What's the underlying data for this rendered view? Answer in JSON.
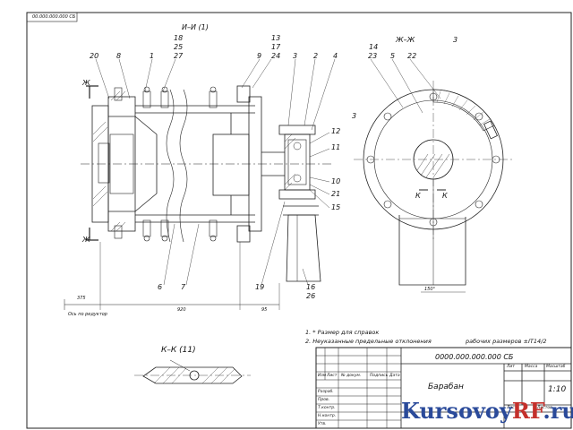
{
  "doc_code_rotated": "00.000.000.000 СБ",
  "section_labels": {
    "main": "И–И (1)",
    "zz": "Ж–Ж",
    "zz_scale": "3",
    "kk": "К–К (11)",
    "scale3": "3",
    "arrow_zh": "Ж",
    "arrow_k": "К"
  },
  "callouts": {
    "c20": "20",
    "c8": "8",
    "c1": "1",
    "c18": "18",
    "c25": "25",
    "c27": "27",
    "c13": "13",
    "c17": "17",
    "c24": "24",
    "c9": "9",
    "c3": "3",
    "c2": "2",
    "c4": "4",
    "c12": "12",
    "c11": "11",
    "c10": "10",
    "c21": "21",
    "c15": "15",
    "c6": "6",
    "c7": "7",
    "c19": "19",
    "c16": "16",
    "c26": "26",
    "c14": "14",
    "c23": "23",
    "c5": "5",
    "c22": "22"
  },
  "dims": {
    "d375": "375",
    "d375_note": "Ось по редуктор",
    "d920": "920",
    "d95": "95",
    "d150": "150°"
  },
  "notes": {
    "n1": "1. * Размер для справок",
    "n2": "2. Неуказанные предельные отклонения",
    "n2b": "рабочих размеров ±IT14/2"
  },
  "title_block": {
    "doc_code": "0000.000.000.000 СБ",
    "name": "Барабан",
    "scale": "1:10",
    "col_lit": "Лит",
    "col_mass": "Масса",
    "col_scale": "Масштаб",
    "row_izm": "Изм",
    "row_list": "Лист",
    "row_doc": "№ докум.",
    "row_sign": "Подпись",
    "row_date": "Дата",
    "roles": [
      "Разраб.",
      "Пров.",
      "Т.контр.",
      "Н.контр.",
      "Утв."
    ],
    "sheet": "Лист",
    "sheets": "Листов"
  },
  "watermark": {
    "part1": "Kursovoy",
    "part2": "RF",
    "part3": ".ru"
  }
}
